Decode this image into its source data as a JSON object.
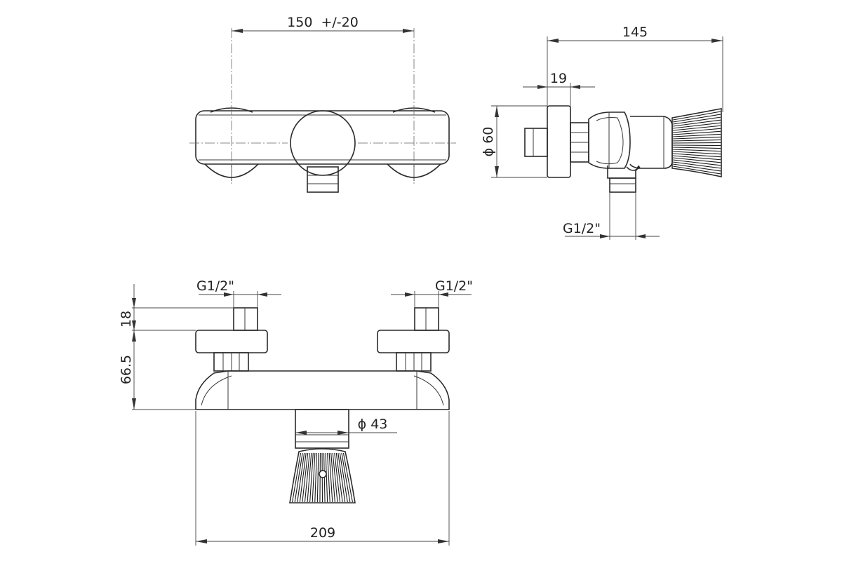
{
  "dimensions": {
    "top_width": "150  +/-20",
    "side_depth": "145",
    "side_flange": "19",
    "side_diameter": "ϕ 60",
    "side_outlet_thread": "G1/2\"",
    "front_inlet_thread_left": "G1/2\"",
    "front_inlet_thread_right": "G1/2\"",
    "front_inlet_height": "18",
    "front_body_height": "66.5",
    "front_knob_diameter": "ϕ 43",
    "front_total_width": "209"
  },
  "colors": {
    "line": "#2a2a2a",
    "knurl": "#1a1a1a",
    "background": "#ffffff"
  }
}
